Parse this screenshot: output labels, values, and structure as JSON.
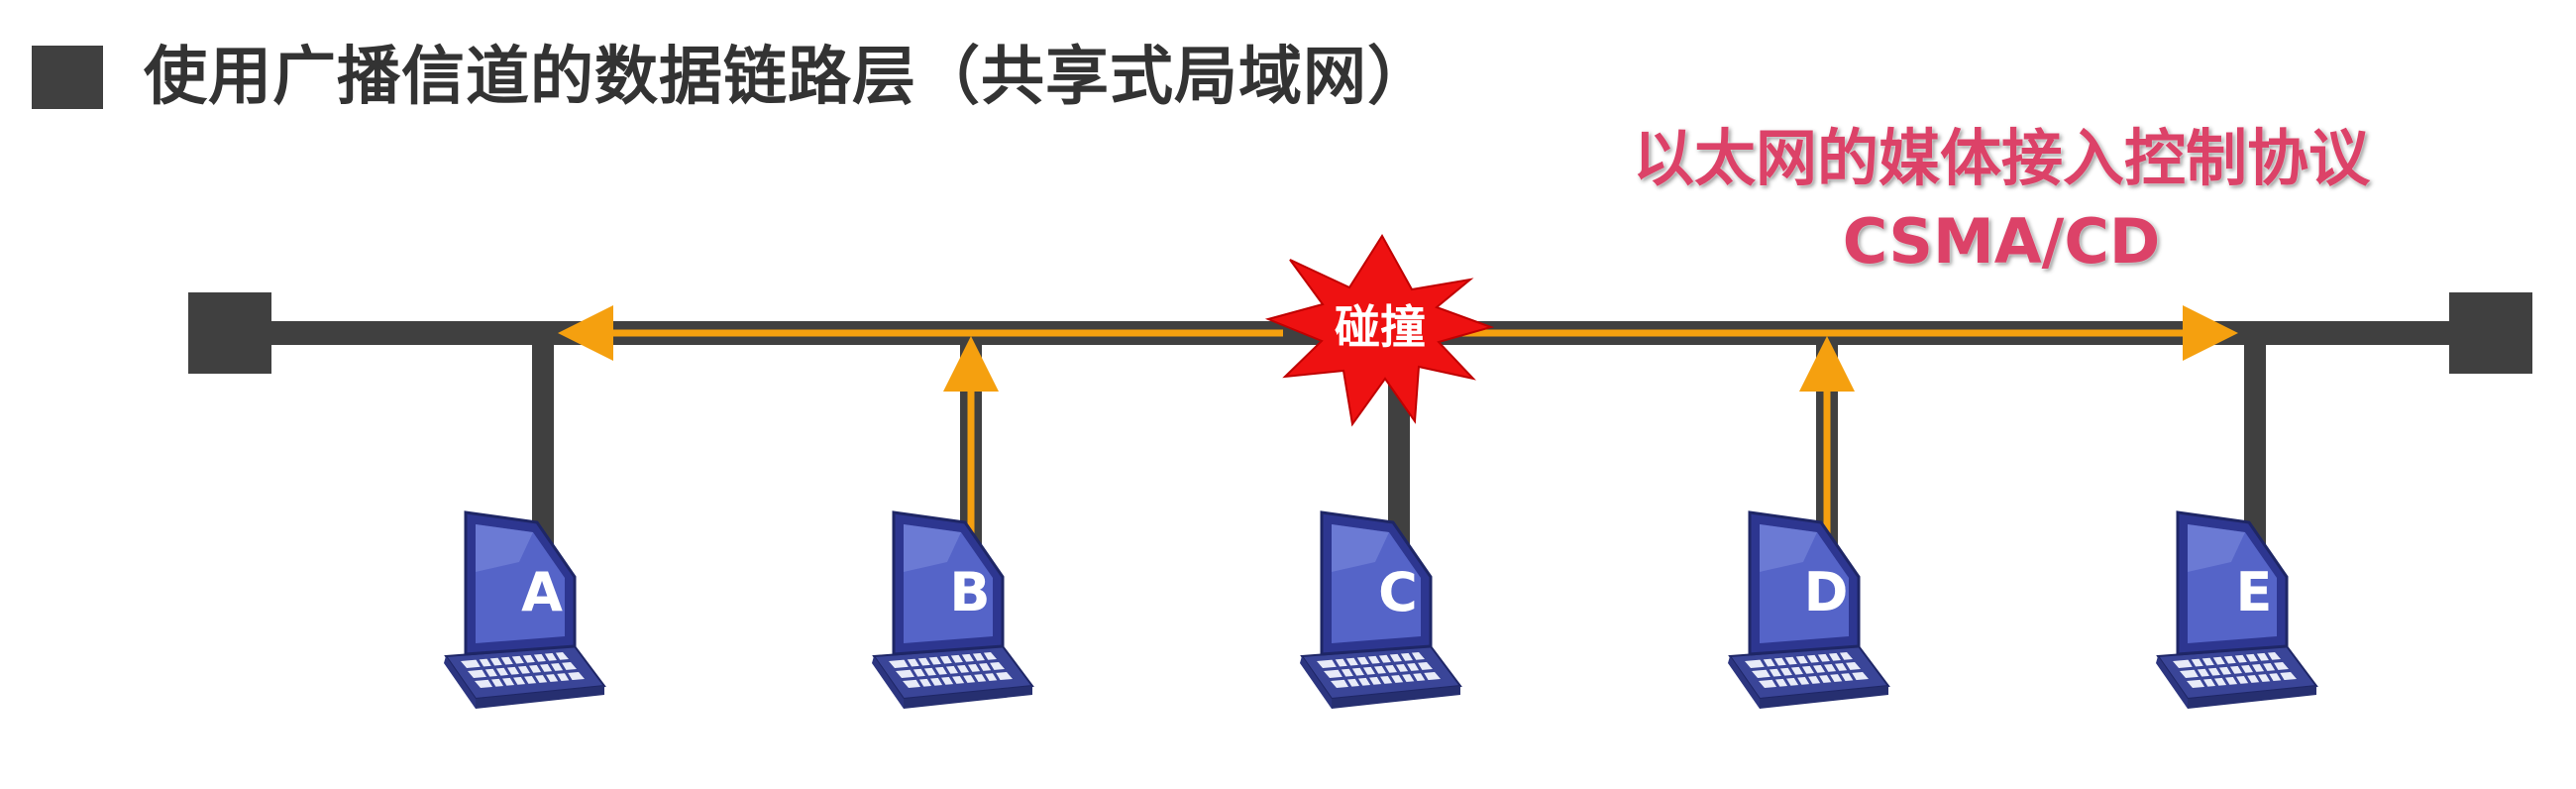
{
  "title": "使用广播信道的数据链路层（共享式局域网）",
  "protocol": {
    "line1": "以太网的媒体接入控制协议",
    "line2": "CSMA/CD"
  },
  "collision_label": "碰撞",
  "nodes": [
    {
      "id": "A",
      "label": "A"
    },
    {
      "id": "B",
      "label": "B"
    },
    {
      "id": "C",
      "label": "C"
    },
    {
      "id": "D",
      "label": "D"
    },
    {
      "id": "E",
      "label": "E"
    }
  ],
  "colors": {
    "bus": "#404040",
    "signal": "#f5a00f",
    "collision_burst": "#ee1111",
    "protocol_text": "#dc4268",
    "laptop": "#3f4aa6"
  }
}
